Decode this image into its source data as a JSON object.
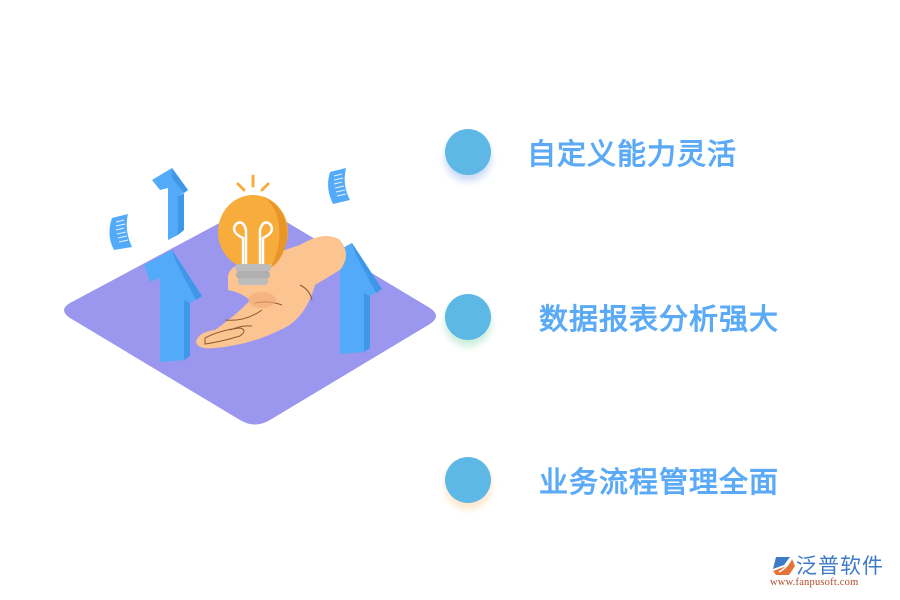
{
  "colors": {
    "accent_text": "#5aaaf7",
    "dot_fill": "#5eb8e6",
    "dot_glow_1": "#c9d8f5",
    "dot_glow_2": "#c8ecd9",
    "dot_glow_3": "#fde6c8",
    "platform": "#9b97ee",
    "arrow_front": "#53aaf8",
    "arrow_side": "#3e97e8",
    "bulb": "#f7ac3c",
    "bulb_shade": "#e8962a",
    "hand": "#fcc491",
    "socket": "#bcbcbc",
    "logo_text": "#3d7bc7",
    "logo_url": "#b24a2a"
  },
  "features": [
    {
      "label": "自定义能力灵活",
      "icon": "circle-bullet"
    },
    {
      "label": "数据报表分析强大",
      "icon": "circle-bullet"
    },
    {
      "label": "业务流程管理全面",
      "icon": "circle-bullet"
    }
  ],
  "illustration": {
    "elements": [
      "isometric-platform",
      "up-arrow",
      "up-arrow",
      "up-arrow",
      "lightbulb",
      "open-hand",
      "document-sheet",
      "document-sheet"
    ]
  },
  "logo": {
    "brand": "泛普软件",
    "url": "www.fanpusoft.com",
    "icon": "fanpu-logo-icon"
  }
}
